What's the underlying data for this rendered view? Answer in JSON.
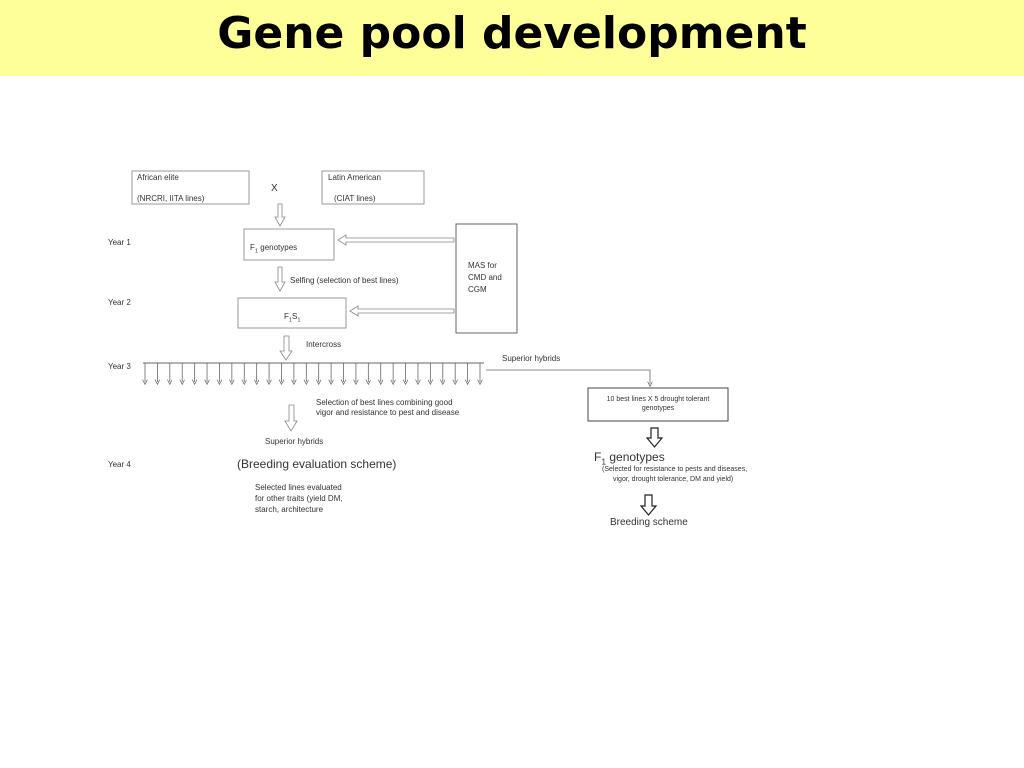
{
  "slide": {
    "title": "Gene pool development"
  },
  "diagram": {
    "years": [
      "Year 1",
      "Year 2",
      "Year 3",
      "Year 4"
    ],
    "african_elite": {
      "line1": "African elite",
      "line2": "(NRCRI, IITA lines)"
    },
    "cross_symbol": "X",
    "latin_american": {
      "line1": "Latin American",
      "line2": "(CIAT lines)"
    },
    "f1_genotypes_box": {
      "base": "F",
      "sub": "1",
      "rest": " genotypes"
    },
    "selfing_label": "Selfing (selection of best lines)",
    "f1s1_box": {
      "f": "F",
      "sub1": "1",
      "s": "S",
      "sub2": "1"
    },
    "mas_box": {
      "line1": "MAS for",
      "line2": "CMD and",
      "line3": "CGM"
    },
    "intercross_label": "Intercross",
    "superior_hybrids_right": "Superior hybrids",
    "selection_text": {
      "line1": "Selection of  best lines combining  good",
      "line2": "vigor and resistance to pest and  disease"
    },
    "superior_hybrids_left": "Superior hybrids",
    "breeding_evaluation": "(Breeding evaluation scheme)",
    "selected_lines": {
      "line1": "Selected lines evaluated",
      "line2": "for other traits (yield DM,",
      "line3": "starch, architecture"
    },
    "best_lines_box": {
      "line1": "10 best lines X 5 drought tolerant",
      "line2": "genotypes"
    },
    "f1_genotypes_right": {
      "base": "F",
      "sub": "1",
      "rest": " genotypes"
    },
    "f1_note": {
      "line1": "(Selected for resistance to pests and diseases,",
      "line2": "vigor, drought tolerance, DM and yield)"
    },
    "breeding_scheme": "Breeding scheme",
    "intercross_arrow_count": 28
  }
}
